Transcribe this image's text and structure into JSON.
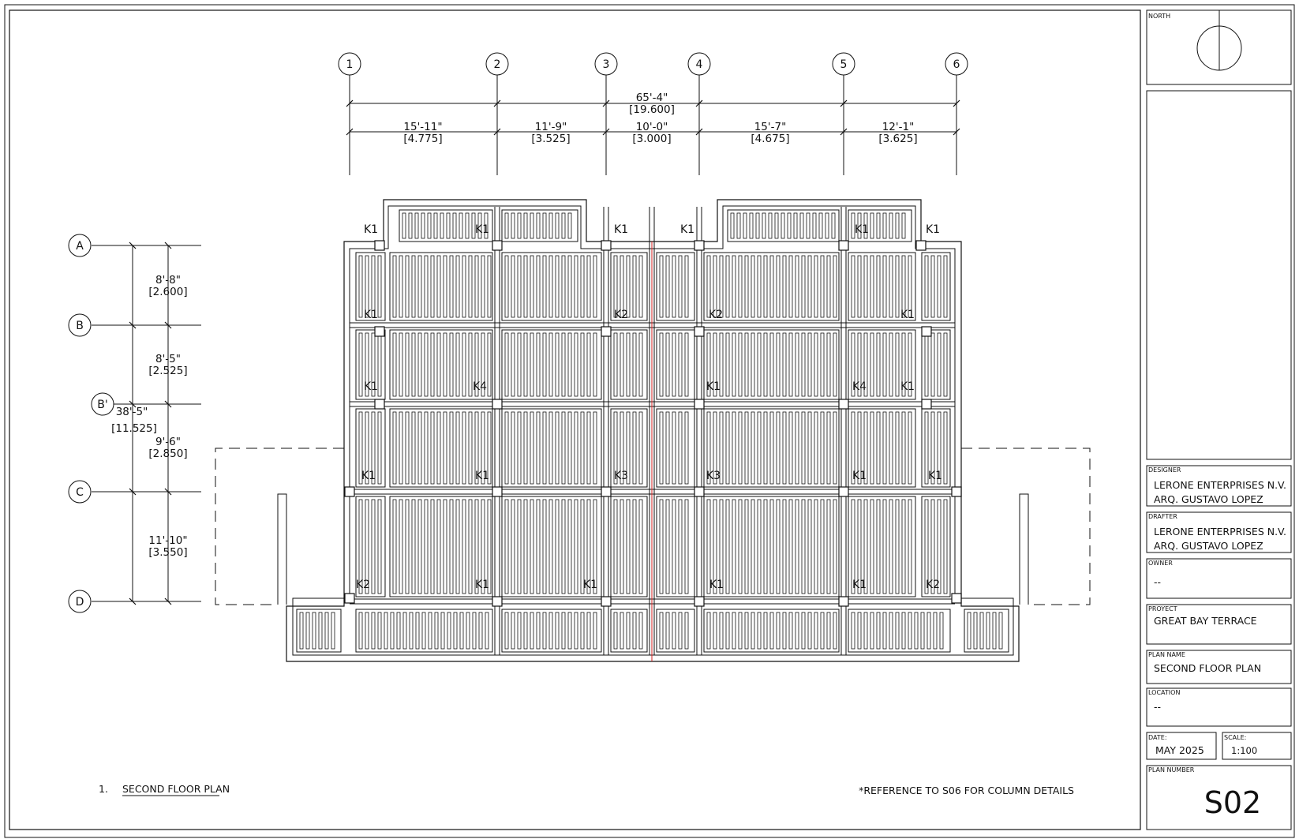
{
  "grid": {
    "columns": [
      {
        "label": "1"
      },
      {
        "label": "2"
      },
      {
        "label": "3"
      },
      {
        "label": "4"
      },
      {
        "label": "5"
      },
      {
        "label": "6"
      }
    ],
    "rows": [
      {
        "label": "A"
      },
      {
        "label": "B"
      },
      {
        "label": "B'"
      },
      {
        "label": "C"
      },
      {
        "label": "D"
      }
    ]
  },
  "dimensions": {
    "overall_horizontal": {
      "imperial": "65'-4\"",
      "metric": "[19.600]"
    },
    "horizontal": [
      {
        "imperial": "15'-11\"",
        "metric": "[4.775]"
      },
      {
        "imperial": "11'-9\"",
        "metric": "[3.525]"
      },
      {
        "imperial": "10'-0\"",
        "metric": "[3.000]"
      },
      {
        "imperial": "15'-7\"",
        "metric": "[4.675]"
      },
      {
        "imperial": "12'-1\"",
        "metric": "[3.625]"
      }
    ],
    "overall_vertical": {
      "imperial": "38'-5\"",
      "metric": "[11.525]"
    },
    "vertical": [
      {
        "imperial": "8'-8\"",
        "metric": "[2.600]"
      },
      {
        "imperial": "8'-5\"",
        "metric": "[2.525]"
      },
      {
        "imperial": "9'-6\"",
        "metric": "[2.850]"
      },
      {
        "imperial": "11'-10\"",
        "metric": "[3.550]"
      }
    ]
  },
  "column_labels": [
    {
      "text": "K1"
    },
    {
      "text": "K1"
    },
    {
      "text": "K1"
    },
    {
      "text": "K1"
    },
    {
      "text": "K1"
    },
    {
      "text": "K1"
    },
    {
      "text": "K1"
    },
    {
      "text": "K2"
    },
    {
      "text": "K2"
    },
    {
      "text": "K1"
    },
    {
      "text": "K1"
    },
    {
      "text": "K4"
    },
    {
      "text": "K1"
    },
    {
      "text": "K4"
    },
    {
      "text": "K1"
    },
    {
      "text": "K1"
    },
    {
      "text": "K1"
    },
    {
      "text": "K3"
    },
    {
      "text": "K3"
    },
    {
      "text": "K1"
    },
    {
      "text": "K1"
    },
    {
      "text": "K2"
    },
    {
      "text": "K1"
    },
    {
      "text": "K1"
    },
    {
      "text": "K1"
    },
    {
      "text": "K1"
    },
    {
      "text": "K2"
    }
  ],
  "drawing": {
    "number": "1.",
    "title": "SECOND FLOOR PLAN",
    "note": "*REFERENCE TO S06 FOR COLUMN DETAILS"
  },
  "title_block": {
    "north_label": "NORTH",
    "designer": {
      "label": "DESIGNER",
      "line1": "LERONE ENTERPRISES N.V.",
      "line2": "ARQ. GUSTAVO LOPEZ"
    },
    "drafter": {
      "label": "DRAFTER",
      "line1": "LERONE ENTERPRISES N.V.",
      "line2": "ARQ. GUSTAVO LOPEZ"
    },
    "owner": {
      "label": "OWNER",
      "value": "--"
    },
    "project": {
      "label": "PROYECT",
      "value": "GREAT BAY TERRACE"
    },
    "plan_name": {
      "label": "PLAN NAME",
      "value": "SECOND FLOOR PLAN"
    },
    "location": {
      "label": "LOCATION",
      "value": "--"
    },
    "date": {
      "label": "DATE:",
      "value": "MAY 2025"
    },
    "scale": {
      "label": "SCALE:",
      "value": "1:100"
    },
    "plan_number": {
      "label": "PLAN NUMBER",
      "value": "S02"
    }
  },
  "colors": {
    "line": "#111111",
    "centerline": "#d62020",
    "background": "#ffffff"
  }
}
